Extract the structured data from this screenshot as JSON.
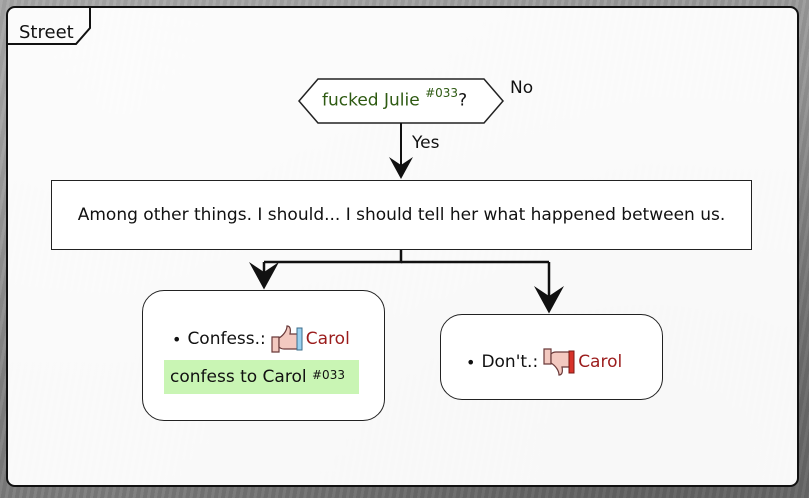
{
  "swimlane": {
    "label": "Street"
  },
  "decision": {
    "text": "fucked Julie",
    "ref": "#033",
    "suffix": "?",
    "no_label": "No",
    "yes_label": "Yes"
  },
  "statement": {
    "text": "Among other things. I should... I should tell her what happened between us."
  },
  "options": [
    {
      "bullet": "•",
      "label": "Confess.:",
      "icon": "thumbs-up-icon",
      "character": "Carol",
      "note_text": "confess to Carol",
      "note_ref": "#033"
    },
    {
      "bullet": "•",
      "label": "Don't.:",
      "icon": "thumbs-down-icon",
      "character": "Carol"
    }
  ],
  "colors": {
    "condition_text": "#2e5a12",
    "character_text": "#9b1c1c",
    "note_bg": "#c9f5b4"
  }
}
